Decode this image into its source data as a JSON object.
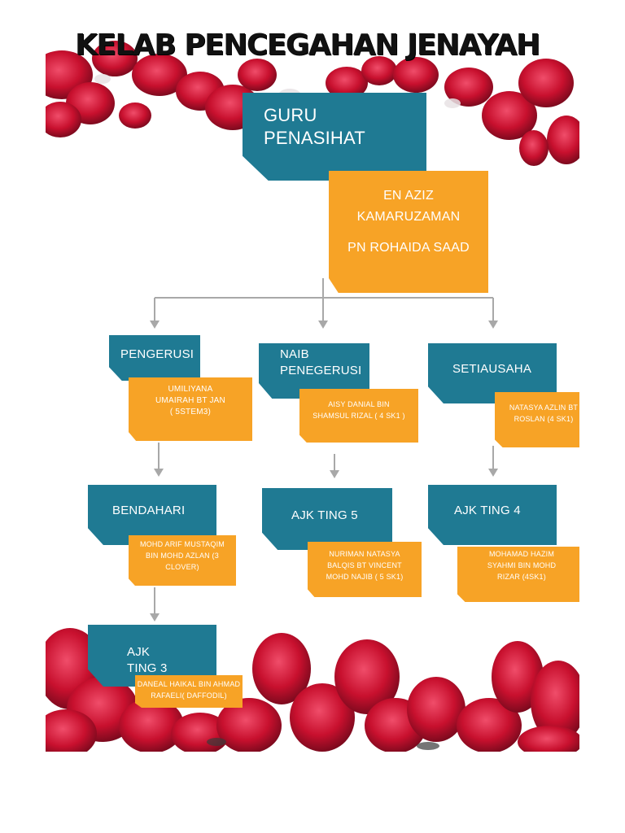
{
  "title": "KELAB PENCEGAHAN JENAYAH",
  "advisor": {
    "label": "GURU PENASIHAT",
    "name_line1": "EN AZIZ",
    "name_line2": "KAMARUZAMAN",
    "name_line3": "PN ROHAIDA SAAD"
  },
  "chairman": {
    "label": "PENGERUSI",
    "name_line1": "UMILIYANA",
    "name_line2": "UMAIRAH BT JAN",
    "name_line3": "( 5STEM3)"
  },
  "vice_chairman": {
    "label_line1": "NAIB",
    "label_line2": "PENEGERUSI",
    "name_line1": "AISY DANIAL BIN",
    "name_line2": "SHAMSUL RIZAL ( 4 SK1 )"
  },
  "secretary": {
    "label": "SETIAUSAHA",
    "name_line1": "NATASYA AZLIN BT",
    "name_line2": "ROSLAN (4 SK1)"
  },
  "treasurer": {
    "label": "BENDAHARI",
    "name_line1": "MOHD ARIF MUSTAQIM",
    "name_line2": "BIN MOHD AZLAN (3",
    "name_line3": "CLOVER)"
  },
  "ajk5": {
    "label": "AJK TING 5",
    "name_line1": "NURIMAN NATASYA",
    "name_line2": "BALQIS BT VINCENT",
    "name_line3": "MOHD NAJIB ( 5 SK1)"
  },
  "ajk4": {
    "label": "AJK TING 4",
    "name_line1": "MOHAMAD HAZIM",
    "name_line2": "SYAHMI BIN MOHD",
    "name_line3": "RIZAR (4SK1)"
  },
  "ajk3": {
    "label": "AJK TING 3",
    "name_line1": "DANEAL HAIKAL BIN AHMAD",
    "name_line2": "RAFAELI( DAFFODIL)"
  },
  "colors": {
    "teal": "#1f7a93",
    "orange": "#f7a326",
    "flower_red": "#c8102e",
    "connector": "#a8a8a8"
  },
  "decoration_icon": "bougainvillea-flower-icon"
}
